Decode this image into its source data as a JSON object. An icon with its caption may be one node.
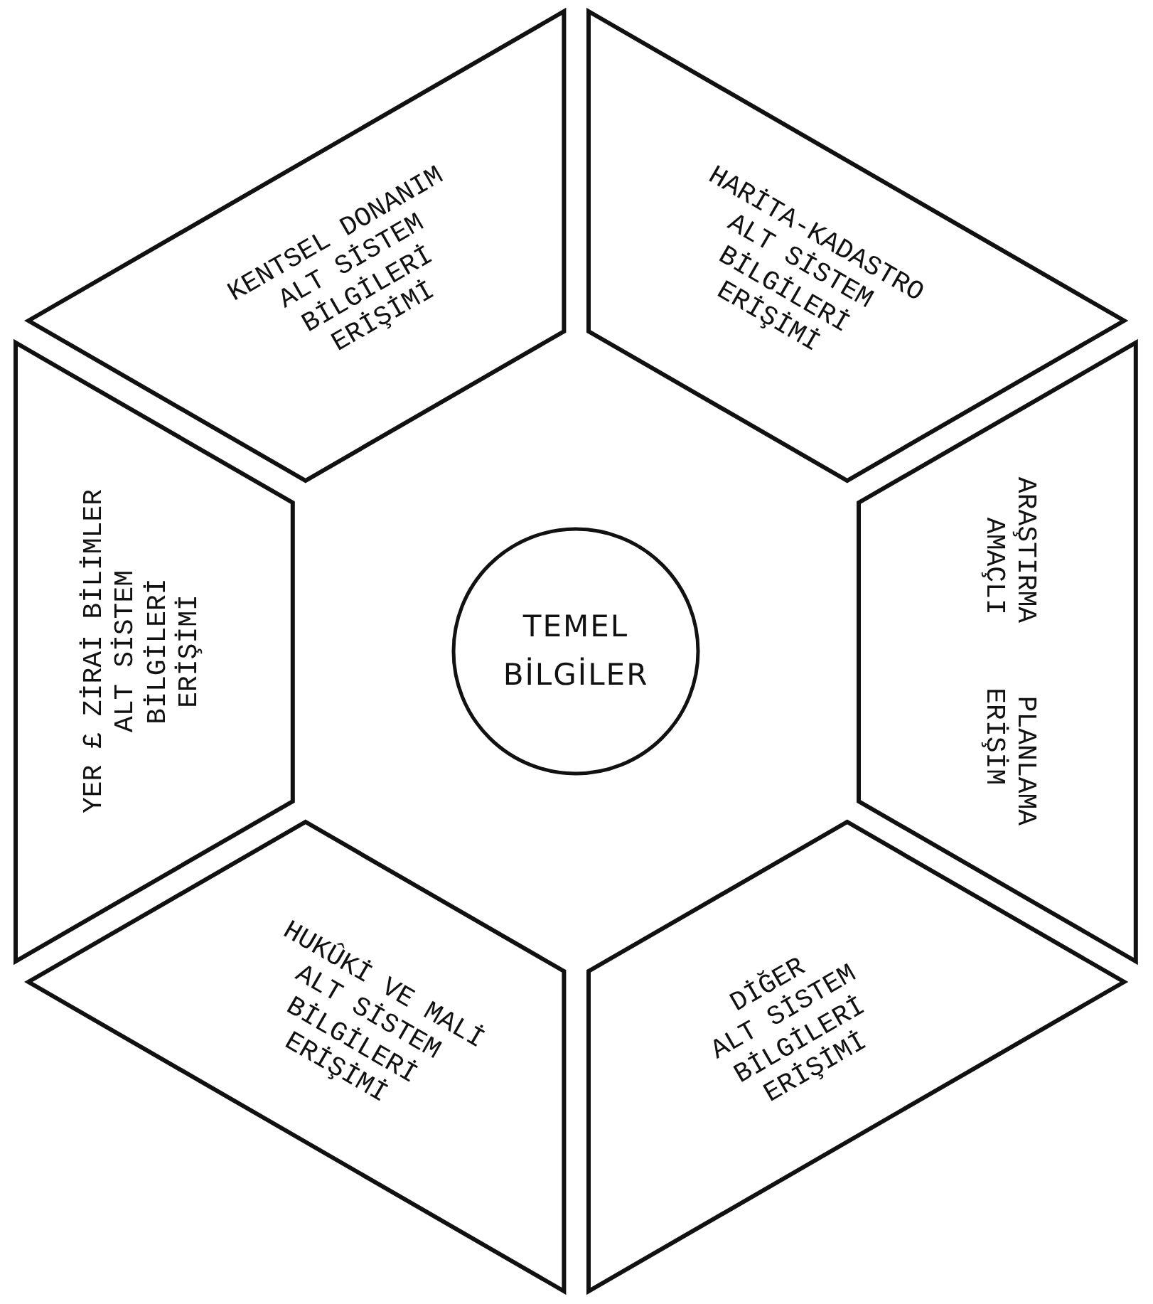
{
  "diagram": {
    "nodes": [
      {
        "text": [
          "KENTSEL DONANIM ALT SİSTEM BİLGİLERİ ERİŞİMİ"
        ]
      },
      {
        "text": [
          "HARİTA-KADASTRO ALT SİSTEM BİLGİLERİ ERİŞİMİ"
        ]
      },
      {
        "text": [
          "YER £ ZİRAİ BİLİMLER ALT SİSTEM BİLGİLERİ ERİŞİMİ"
        ]
      },
      {
        "text": [
          "TEMEL BİLGİLER"
        ]
      },
      {
        "text": [
          "ARAŞTIRMA PLANLAMA AMAÇLI ERİŞİM"
        ]
      },
      {
        "text": [
          "HUKÛKİ VE MALİ ALT SİSTEM BİLGİLERİ ERİŞİMİ"
        ]
      },
      {
        "text": [
          "DİĞER ALT SİSTEM BİLGİLERİ ERİŞİMİ"
        ]
      }
    ],
    "edges": []
  }
}
